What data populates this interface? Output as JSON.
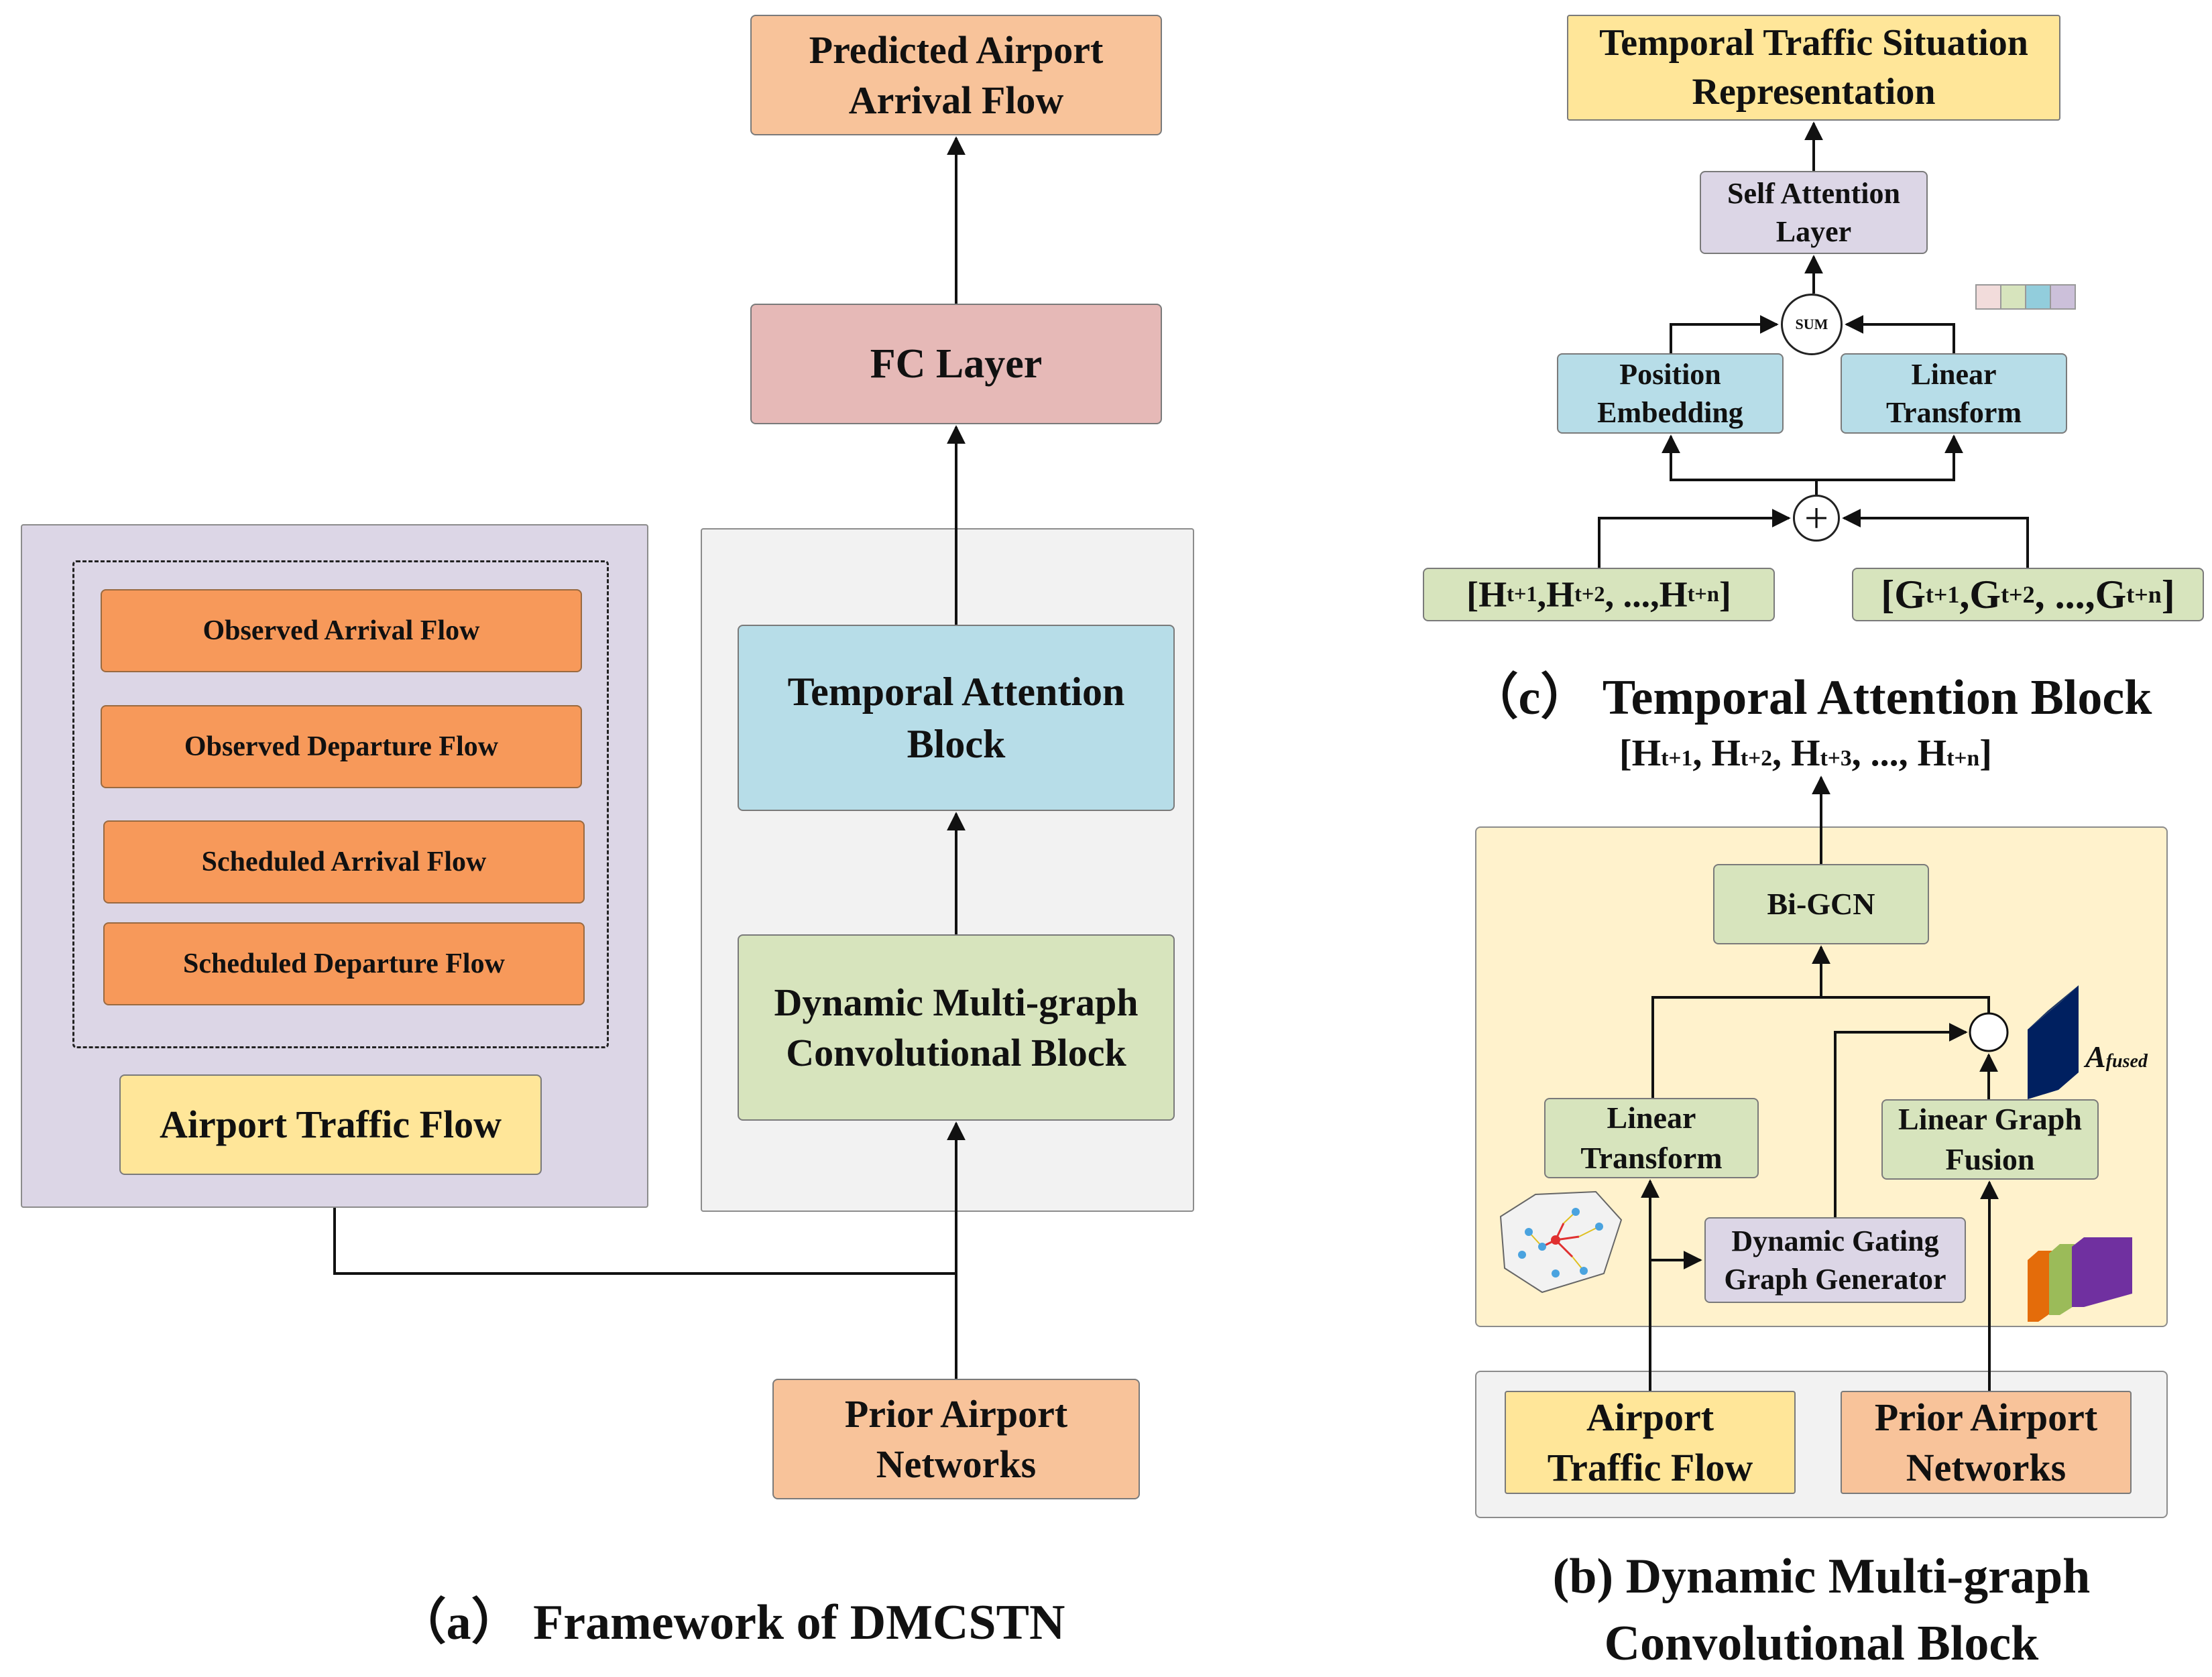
{
  "panel_a": {
    "inputs": {
      "items": [
        "Observed Arrival Flow",
        "Observed Departure Flow",
        "Scheduled Arrival Flow",
        "Scheduled Departure Flow"
      ],
      "group_label": "Airport Traffic Flow"
    },
    "predicted": "Predicted Airport Arrival Flow",
    "fc": "FC Layer",
    "temporal": "Temporal Attention Block",
    "dmgc": "Dynamic Multi-graph Convolutional Block",
    "prior": "Prior Airport Networks",
    "caption": "（a） Framework of DMCSTN"
  },
  "panel_c": {
    "output": "Temporal Traffic Situation Representation",
    "self_attention": "Self Attention Layer",
    "sum": "SUM",
    "position": "Position Embedding",
    "linear": "Linear Transform",
    "plus": "+",
    "h_seq": {
      "open": "[",
      "a": "H",
      "s1": "t+1",
      "sep": ", ",
      "s2": "t+2",
      "dots": ", ..., ",
      "sn": "t+n",
      "close": "]"
    },
    "g_seq": {
      "open": "[",
      "a": "G",
      "s1": "t+1",
      "sep": ", ",
      "s2": "t+2",
      "dots": ", ..., ",
      "sn": "t+n",
      "close": "]"
    },
    "caption": "（c） Temporal Attention  Block"
  },
  "panel_b": {
    "out_seq": {
      "open": "[",
      "a": "H",
      "s1": "t+1",
      "sep": ", ",
      "s2": "t+2",
      "s3": "t+3",
      "dots": ", ..., ",
      "sn": "t+n",
      "close": "]"
    },
    "bigcn": "Bi-GCN",
    "linear": "Linear Transform",
    "lgf": "Linear Graph Fusion",
    "dggg": "Dynamic Gating Graph Generator",
    "times": "⊗",
    "a_main": "A",
    "a_sub": "fused",
    "traffic": "Airport Traffic Flow",
    "prior": "Prior Airport Networks",
    "caption_line1": "(b)  Dynamic Multi-graph",
    "caption_line2": "Convolutional Block"
  },
  "colors": {
    "orange": "#f7995a",
    "peach": "#f8c39a",
    "pink": "#e6b9b7",
    "blue": "#b7dde8",
    "green": "#d7e4bd",
    "yellow": "#ffe699",
    "lavender": "#dcd6e6",
    "panel_gray": "#f2f2f2",
    "panel_lav": "#dcd6e6",
    "panel_yellow": "#fff2cc"
  }
}
